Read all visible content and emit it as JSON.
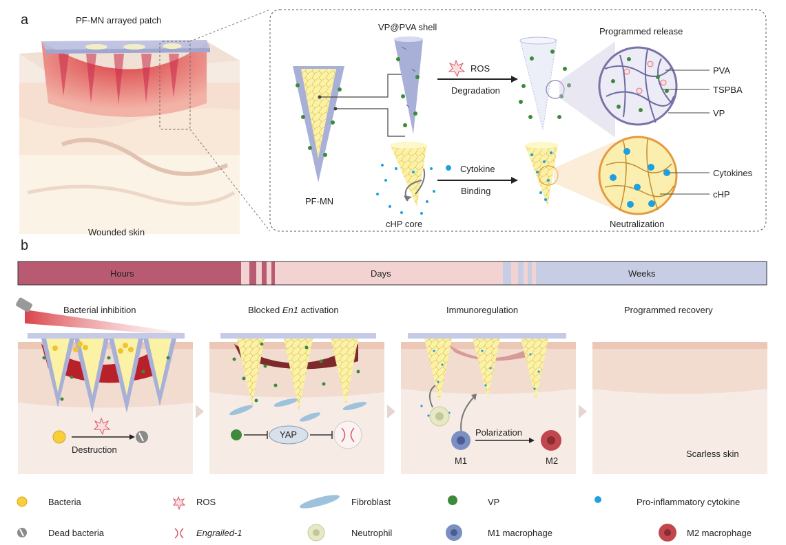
{
  "panel_a": {
    "letter": "a",
    "patch_title": "PF-MN arrayed patch",
    "skin_caption": "Wounded skin",
    "shell_label": "VP@PVA shell",
    "core_label": "cHP core",
    "mn_label": "PF-MN",
    "ros_label": "ROS",
    "degradation_label": "Degradation",
    "cytokine_label": "Cytokine",
    "binding_label": "Binding",
    "release_title": "Programmed release",
    "neutralization_title": "Neutralization",
    "release_callouts": [
      "PVA",
      "TSPBA",
      "VP"
    ],
    "neutral_callouts": [
      "Cytokines",
      "cHP"
    ]
  },
  "panel_b": {
    "letter": "b",
    "timeline": [
      "Hours",
      "Days",
      "Weeks"
    ],
    "stage_titles": [
      "Bacterial inhibition",
      "Blocked ",
      "Immunoregulation",
      "Programmed recovery"
    ],
    "stage2_italic": "En1",
    "stage2_suffix": " activation",
    "destruction_label": "Destruction",
    "yap_label": "YAP",
    "polarization_label": "Polarization",
    "m1_label": "M1",
    "m2_label": "M2",
    "scarless_label": "Scarless skin"
  },
  "legend": [
    {
      "label": "Bacteria",
      "icon": "bacteria-icon"
    },
    {
      "label": "ROS",
      "icon": "ros-icon"
    },
    {
      "label": "Fibroblast",
      "icon": "fibroblast-icon"
    },
    {
      "label": "VP",
      "icon": "vp-icon"
    },
    {
      "label": "Pro-inflammatory cytokine",
      "icon": "cytokine-icon"
    },
    {
      "label": "Dead bacteria",
      "icon": "dead-bacteria-icon"
    },
    {
      "label": "Engrailed-1",
      "icon": "dna-icon"
    },
    {
      "label": "Neutrophil",
      "icon": "neutrophil-icon"
    },
    {
      "label": "M1 macrophage",
      "icon": "m1-macrophage-icon"
    },
    {
      "label": "M2 macrophage",
      "icon": "m2-macrophage-icon"
    }
  ],
  "colors": {
    "wound_red": "#b8202a",
    "needle_shell": "#a9b0d8",
    "needle_core": "#fbf2a6",
    "vp_green": "#3c8a3a",
    "cytokine_blue": "#1ea0e0",
    "hours": "#b85a72",
    "days": "#f3d3d2",
    "weeks": "#c8cde6"
  }
}
